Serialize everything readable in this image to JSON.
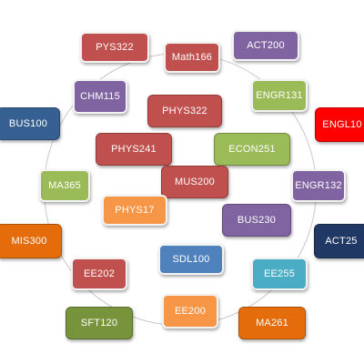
{
  "colors": {
    "red": "#c0504d",
    "purple": "#8064a2",
    "green": "#9bbb59",
    "blue": "#4f81bd",
    "orange": "#f79646",
    "navy": "#1f3864",
    "teal": "#4bacc6",
    "bright_red": "#ff0000",
    "olive": "#77933c",
    "dark_orange": "#e46c0a",
    "steel": "#366092",
    "ring": "#c8c8c8"
  },
  "nodes": [
    {
      "label": "PYS322",
      "color": "red"
    },
    {
      "label": "Math166",
      "color": "red"
    },
    {
      "label": "ACT200",
      "color": "purple"
    },
    {
      "label": "CHM115",
      "color": "purple"
    },
    {
      "label": "ENGR131",
      "color": "green"
    },
    {
      "label": "PHYS322",
      "color": "red"
    },
    {
      "label": "BUS100",
      "color": "steel"
    },
    {
      "label": "ENGL10",
      "color": "bright_red"
    },
    {
      "label": "PHYS241",
      "color": "red"
    },
    {
      "label": "ECON251",
      "color": "green"
    },
    {
      "label": "MA365",
      "color": "green"
    },
    {
      "label": "MUS200",
      "color": "red"
    },
    {
      "label": "ENGR132",
      "color": "purple"
    },
    {
      "label": "PHYS17",
      "color": "orange"
    },
    {
      "label": "BUS230",
      "color": "purple"
    },
    {
      "label": "MIS300",
      "color": "dark_orange"
    },
    {
      "label": "ACT25",
      "color": "navy"
    },
    {
      "label": "SDL100",
      "color": "blue"
    },
    {
      "label": "EE202",
      "color": "red"
    },
    {
      "label": "EE255",
      "color": "teal"
    },
    {
      "label": "EE200",
      "color": "orange"
    },
    {
      "label": "SFT120",
      "color": "olive"
    },
    {
      "label": "MA261",
      "color": "dark_orange"
    }
  ]
}
